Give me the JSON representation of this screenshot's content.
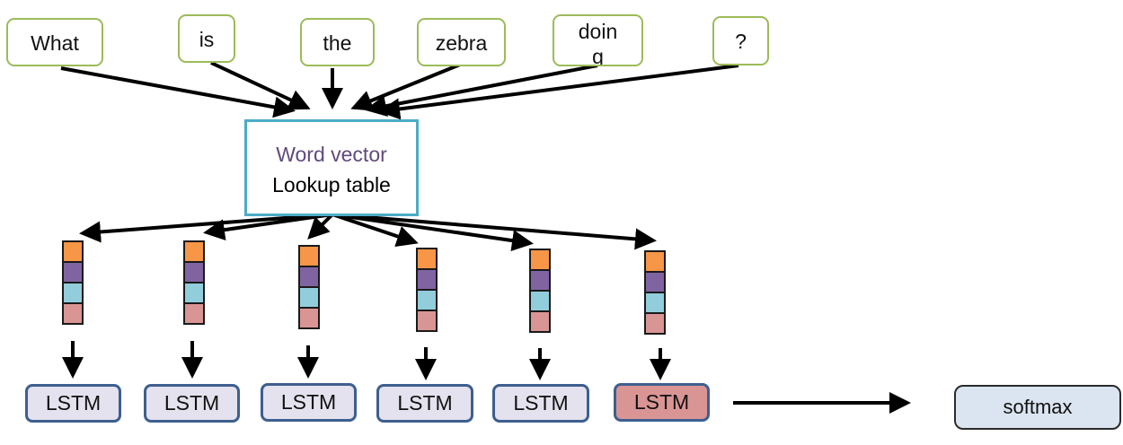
{
  "words": [
    "What",
    "is",
    "the",
    "zebra",
    "doing",
    "?"
  ],
  "lookup": {
    "line1": "Word vector",
    "line2": "Lookup table"
  },
  "lstm_label": "LSTM",
  "output_label": "softmax",
  "colors": {
    "word_border": "#9bbb59",
    "lookup_border": "#4bacc6",
    "lookup_line1": "#604a7b",
    "lstm_border": "#3d5f8f",
    "lstm_fill": "#e4e2ee",
    "lstm_last_fill": "#d99594",
    "softmax_fill": "#dbe5f1",
    "vector_cells": [
      "#f79646",
      "#8064a2",
      "#92cddc",
      "#d99594"
    ]
  }
}
